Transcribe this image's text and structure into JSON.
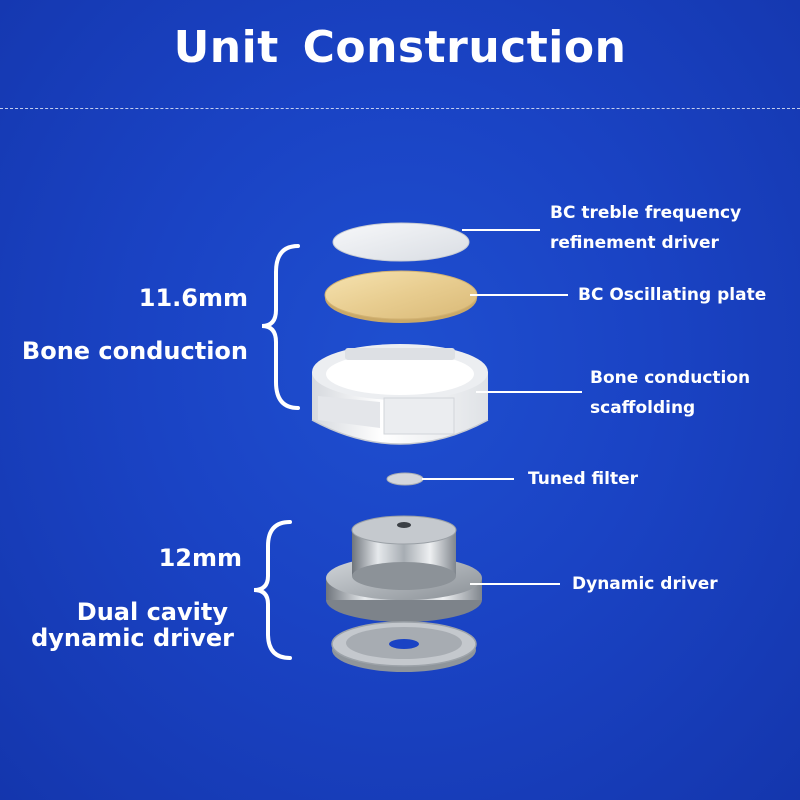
{
  "title": "Unit  Construction",
  "groups": {
    "bone": {
      "size": "11.6mm",
      "name": "Bone conduction"
    },
    "dynamic": {
      "size": "12mm",
      "name_line1": "Dual cavity",
      "name_line2": "dynamic driver"
    }
  },
  "components": {
    "treble": {
      "line1": "BC treble frequency",
      "line2": "refinement driver"
    },
    "plate": "BC Oscillating plate",
    "scaffold": {
      "line1": "Bone conduction",
      "line2": "scaffolding"
    },
    "filter": "Tuned filter",
    "driver": "Dynamic driver"
  },
  "colors": {
    "background": "#1a43c4",
    "text": "#ffffff",
    "plate": "#e9cf93",
    "treble_disc": "#e8ebf0",
    "scaffold": "#f3f4f6",
    "metal": "#b9bec4"
  }
}
